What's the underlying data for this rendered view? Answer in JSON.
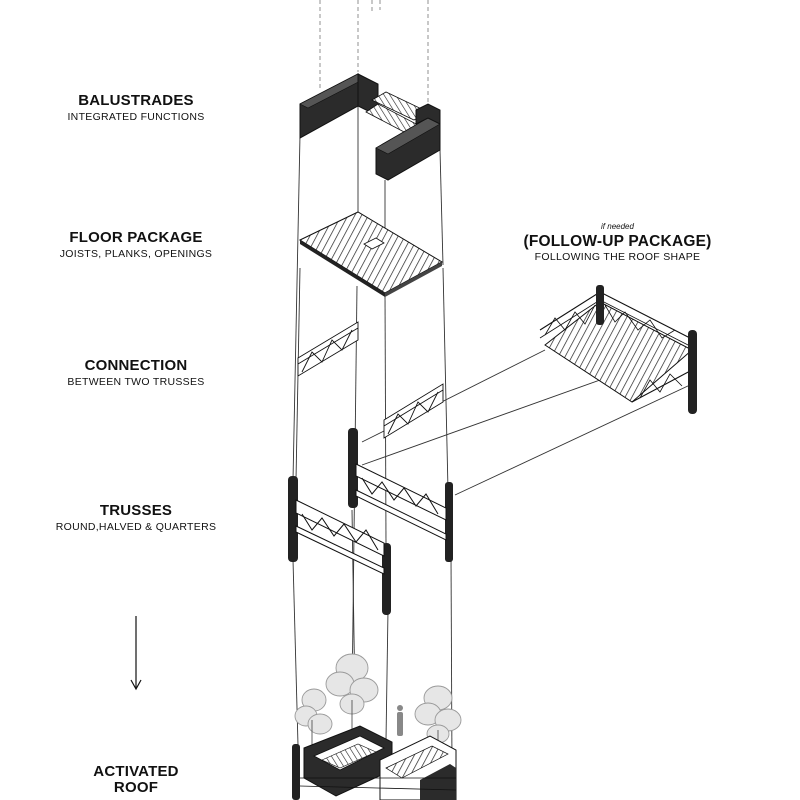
{
  "labels": {
    "balustrades": {
      "title": "BALUSTRADES",
      "subtitle": "INTEGRATED FUNCTIONS"
    },
    "floor_package": {
      "title": "FLOOR PACKAGE",
      "subtitle": "JOISTS, PLANKS, OPENINGS"
    },
    "follow_up": {
      "note": "if needed",
      "title": "(FOLLOW-UP PACKAGE)",
      "subtitle": "FOLLOWING THE ROOF SHAPE"
    },
    "connection": {
      "title": "CONNECTION",
      "subtitle": "BETWEEN TWO TRUSSES"
    },
    "trusses": {
      "title": "TRUSSES",
      "subtitle": "ROUND,HALVED & QUARTERS"
    },
    "activated_roof": {
      "title_line1": "ACTIVATED",
      "title_line2": "ROOF"
    }
  },
  "colors": {
    "ink": "#1a1a1a",
    "dark_fill": "#2b2b2b",
    "guide": "#555555",
    "tree": "#9a9a9a"
  }
}
